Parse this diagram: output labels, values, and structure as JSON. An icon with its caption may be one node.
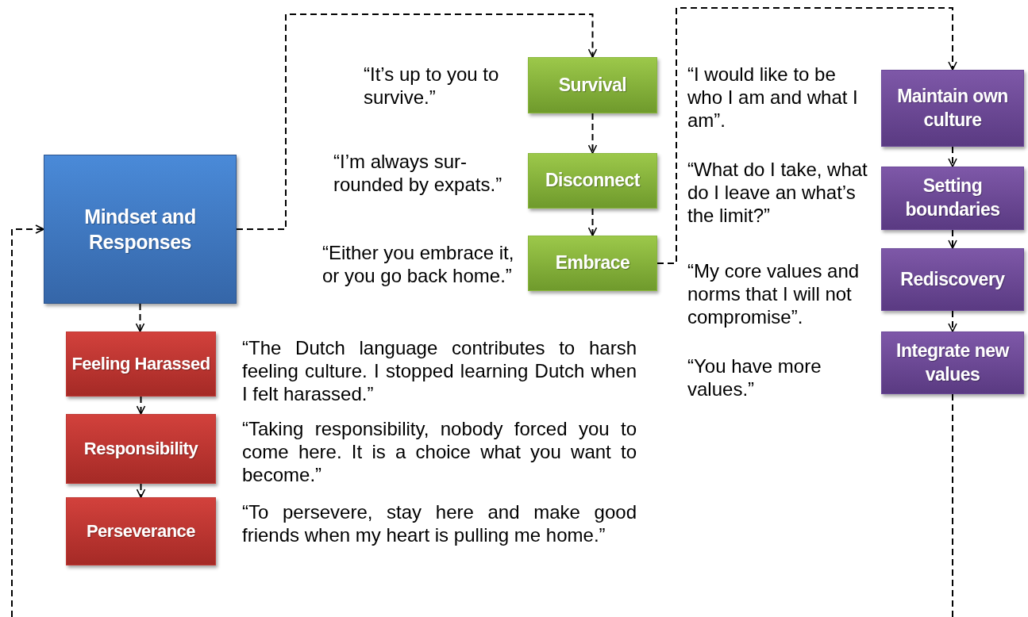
{
  "diagram": {
    "nodes": [
      {
        "text": [
          "Mindset and Responses"
        ]
      },
      {
        "text": [
          "Survival"
        ],
        "beside": [
          "“It’s up to you to survive.”"
        ]
      },
      {
        "text": [
          "Disconnect"
        ],
        "beside": [
          "“I’m always sur- rounded by expats.”"
        ]
      },
      {
        "text": [
          "Embrace"
        ],
        "beside": [
          "“Either you embrace it, or you go back home.”"
        ]
      },
      {
        "text": [
          "Maintain own culture"
        ],
        "beside": [
          "“I would like to be who I am and what I am”."
        ]
      },
      {
        "text": [
          "Setting boundaries"
        ],
        "beside": [
          "“What do I take, what do I leave an what’s the limit?”"
        ]
      },
      {
        "text": [
          "Rediscovery"
        ],
        "beside": [
          "“My core values and norms that I will not compromise”."
        ]
      },
      {
        "text": [
          "Integrate new values"
        ],
        "beside": [
          "“You have more values.”"
        ]
      },
      {
        "text": [
          "Feeling Harassed"
        ],
        "beside": [
          "“The Dutch language contributes to harsh feeling culture. I stopped learning Dutch when I felt harassed.”"
        ]
      },
      {
        "text": [
          "Responsibility"
        ],
        "beside": [
          "“Taking responsibility, nobody forced you to come here. It is a choice what you want to become.”"
        ]
      },
      {
        "text": [
          "Perseverance"
        ],
        "beside": [
          "“To persevere, stay here and make good friends when my heart is pulling me home.”"
        ]
      }
    ],
    "edges": [
      {
        "from": 0,
        "to": 1,
        "arrow": "to",
        "style": "dashed"
      },
      {
        "from": 1,
        "to": 2,
        "arrow": "to",
        "style": "dashed"
      },
      {
        "from": 2,
        "to": 3,
        "arrow": "to",
        "style": "dashed"
      },
      {
        "from": 3,
        "to": 4,
        "arrow": "to",
        "style": "dashed"
      },
      {
        "from": 4,
        "to": 5,
        "arrow": "to",
        "style": "dashed"
      },
      {
        "from": 5,
        "to": 6,
        "arrow": "to",
        "style": "dashed"
      },
      {
        "from": 6,
        "to": 7,
        "arrow": "to",
        "style": "dashed"
      },
      {
        "from": 0,
        "to": 8,
        "arrow": "to",
        "style": "dashed"
      },
      {
        "from": 8,
        "to": 9,
        "arrow": "to",
        "style": "dashed"
      },
      {
        "from": 9,
        "to": 10,
        "arrow": "to",
        "style": "dashed"
      },
      {
        "from": 7,
        "to": null,
        "arrow": "none",
        "style": "dashed"
      },
      {
        "from": null,
        "to": 0,
        "arrow": "to",
        "style": "dashed"
      }
    ]
  }
}
